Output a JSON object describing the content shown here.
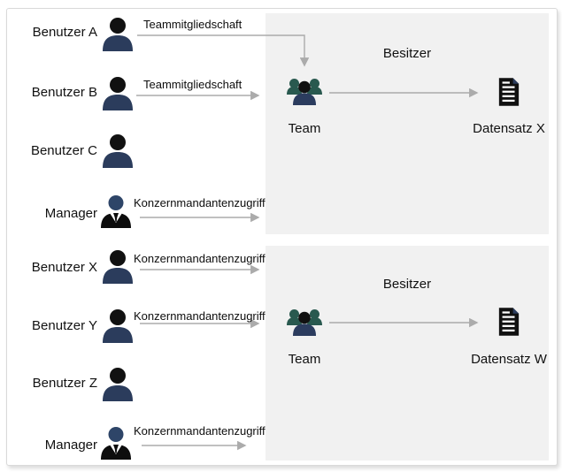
{
  "diagram": {
    "users": [
      {
        "name": "Benutzer A",
        "relation": "Teammitgliedschaft"
      },
      {
        "name": "Benutzer B",
        "relation": "Teammitgliedschaft"
      },
      {
        "name": "Benutzer C",
        "relation": ""
      },
      {
        "name": "Manager",
        "relation": "Konzernmandantenzugriff"
      },
      {
        "name": "Benutzer X",
        "relation": "Konzernmandantenzugriff"
      },
      {
        "name": "Benutzer Y",
        "relation": "Konzernmandantenzugriff"
      },
      {
        "name": "Benutzer Z",
        "relation": ""
      },
      {
        "name": "Manager",
        "relation": "Konzernmandantenzugriff"
      }
    ],
    "groups": [
      {
        "owner_label": "Besitzer",
        "team_label": "Team",
        "record_label": "Datensatz X"
      },
      {
        "owner_label": "Besitzer",
        "team_label": "Team",
        "record_label": "Datensatz W"
      }
    ],
    "colors": {
      "person_head": "#111111",
      "person_body": "#2b3c5c",
      "manager_head": "#2e4568",
      "manager_suit": "#0d0d0d",
      "team_back": "#29594f",
      "team_front_body": "#2b3c5e",
      "record_fill": "#111111",
      "record_fold": "#2b3c5e",
      "arrow": "#ababab",
      "group_box_bg": "#f1f1f1"
    }
  }
}
